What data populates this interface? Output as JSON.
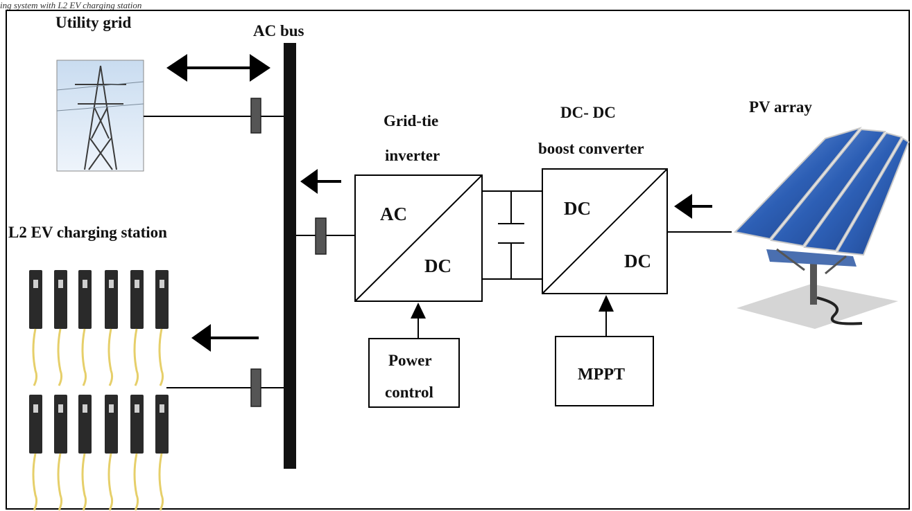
{
  "caption": "ing system with L2 EV charging station",
  "labels": {
    "utility_grid": "Utility grid",
    "ac_bus": "AC bus",
    "ev_station": "L2 EV charging station",
    "inverter_title_1": "Grid-tie",
    "inverter_title_2": "inverter",
    "inverter_ac": "AC",
    "inverter_dc": "DC",
    "boost_title_1": "DC- DC",
    "boost_title_2": "boost converter",
    "boost_dc_top": "DC",
    "boost_dc_bottom": "DC",
    "pv_array": "PV array",
    "power_control_1": "Power",
    "power_control_2": "control",
    "mppt": "MPPT"
  },
  "icons": {
    "grid": "transmission-tower-icon",
    "charger": "ev-charger-icon",
    "solar": "solar-panel-icon"
  },
  "colors": {
    "line": "#111111",
    "breaker": "#555555",
    "sky": "#dbe8f5",
    "panel": "#2d5fb5",
    "charger": "#2a2a2a",
    "cable": "#e6cf6a"
  }
}
